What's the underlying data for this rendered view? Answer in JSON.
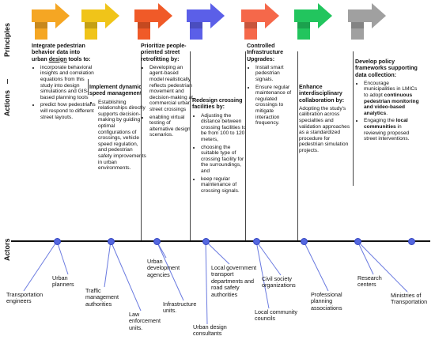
{
  "labels": {
    "principles": "Principles",
    "actions": "Actions",
    "actors": "Actors"
  },
  "arrow_colors": [
    "#f5a623",
    "#f0c419",
    "#f05a28",
    "#5b5fe8",
    "#f5684a",
    "#22c55e",
    "#a0a0a0"
  ],
  "columns": [
    {
      "heading_parts": [
        "Integrate pedestrian behavior data into urban ",
        "design",
        " tools to:"
      ],
      "bullets": [
        "incorporate behavioral insights and correlation equations from this study into design simulations and GIS-based planning tools",
        "predict how pedestrians will respond to different street layouts."
      ]
    },
    {
      "heading": "Implement dynamic speed management",
      "bullets": [
        "Establishing relationships directly supports decision-making by guiding optimal configurations of crossings, vehicle speed regulation, and pedestrian safety improvements in urban environments."
      ]
    },
    {
      "heading": "Prioritize people-oriented street retrofitting by:",
      "bullets": [
        "Developing an agent-based model realistically reflects pedestrian movement and decision-making at commercial urban street crossings",
        "enabling virtual testing of alternative design scenarios."
      ]
    },
    {
      "heading": "Redesign crossing facilities by:",
      "bullets": [
        "Adjusting the distance between crossing facilities to be from 100 to 120 meters,",
        "choosing the suitable type of crossing facility for the surroundings, and",
        "keep regular maintenance of crossing signals."
      ]
    },
    {
      "heading": "Controlled Infrastructure Upgrades:",
      "bullets": [
        "Install smart pedestrian signals.",
        "Ensure regular maintenance of regulated crossings to mitigate interaction frequency."
      ]
    },
    {
      "heading": "Enhance interdisciplinary collaboration by:",
      "paragraph": "Adopting the study's calibration across specialties and validation approaches as a standardized procedure for pedestrian simulation projects."
    },
    {
      "heading": "Develop policy frameworks supporting data collection:",
      "bullets_rich": [
        [
          "Encourage municipalities in LMICs to adopt ",
          "continuous pedestrian monitoring and video-based analytics",
          "."
        ],
        [
          "Engaging the ",
          "local communities",
          " in reviewing proposed street interventions."
        ]
      ]
    }
  ],
  "actors": [
    "Transportation engineers",
    "Urban planners",
    "Traffic management authorities",
    "Law enforcement units.",
    "Urban development agencies",
    "Infrastructure units.",
    "Urban design consultants",
    "Local government transport departments and road safety authorities",
    "Local community councils",
    "Civil society organizations",
    "Professional planning associations",
    "Research centers",
    "Ministries of Transportation"
  ]
}
